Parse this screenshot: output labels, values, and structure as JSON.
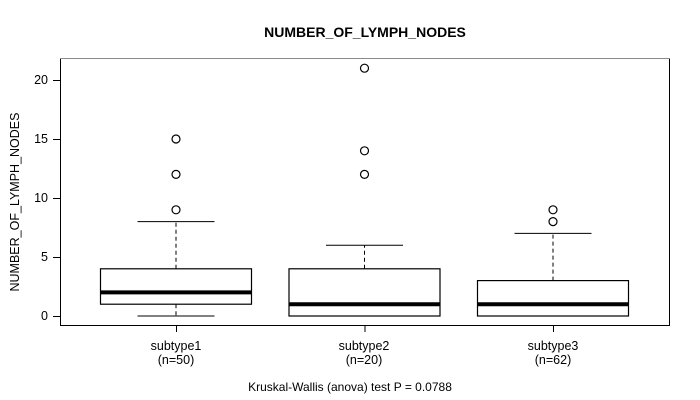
{
  "figure": {
    "title": "NUMBER_OF_LYMPH_NODES",
    "y_axis_label": "NUMBER_OF_LYMPH_NODES",
    "caption": "Kruskal-Wallis (anova) test P = 0.0788"
  },
  "chart_data": {
    "type": "boxplot",
    "title": "NUMBER_OF_LYMPH_NODES",
    "ylabel": "NUMBER_OF_LYMPH_NODES",
    "xlabel": "",
    "caption": "Kruskal-Wallis (anova) test P = 0.0788",
    "ylim": [
      -0.8,
      21.9
    ],
    "yticks": [
      0,
      5,
      10,
      15,
      20
    ],
    "grid": false,
    "legend": "none",
    "colors": {
      "line": "#000000",
      "box_fill": "#ffffff",
      "frame_top": "#8a8a8a",
      "background": "#ffffff",
      "text": "#000000"
    },
    "groups": [
      {
        "label": "subtype1",
        "sublabel": "(n=50)",
        "n": 50,
        "whisker_low": 0,
        "q1": 1,
        "median": 2,
        "q3": 4,
        "whisker_high": 8,
        "outliers": [
          9,
          12,
          15
        ]
      },
      {
        "label": "subtype2",
        "sublabel": "(n=20)",
        "n": 20,
        "whisker_low": 0,
        "q1": 0,
        "median": 1,
        "q3": 4,
        "whisker_high": 6,
        "outliers": [
          12,
          14,
          21
        ]
      },
      {
        "label": "subtype3",
        "sublabel": "(n=62)",
        "n": 62,
        "whisker_low": 0,
        "q1": 0,
        "median": 1,
        "q3": 3,
        "whisker_high": 7,
        "outliers": [
          8,
          9
        ]
      }
    ]
  }
}
